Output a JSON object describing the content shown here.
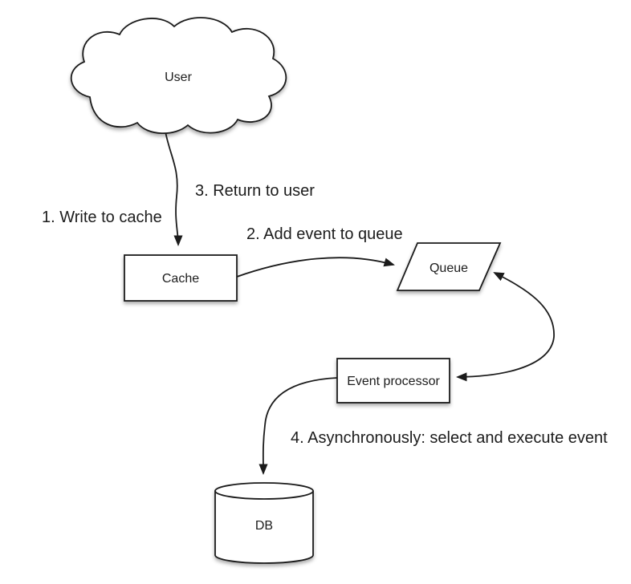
{
  "diagram": {
    "background_color": "#ffffff",
    "stroke_color": "#1b1b1b",
    "text_color": "#1c1c1c",
    "nodes": {
      "user": {
        "shape": "cloud",
        "label": "User"
      },
      "cache": {
        "shape": "rectangle",
        "label": "Cache"
      },
      "queue": {
        "shape": "parallelogram",
        "label": "Queue"
      },
      "event_processor": {
        "shape": "rectangle",
        "label": "Event processor"
      },
      "db": {
        "shape": "cylinder",
        "label": "DB"
      }
    },
    "labels": {
      "step1": "1. Write to cache",
      "step2": "2. Add event to queue",
      "step3": "3. Return to user",
      "step4": "4. Asynchronously: select and execute event"
    },
    "edges": [
      {
        "from": "user",
        "to": "cache",
        "arrowheads": "end",
        "annotations": [
          "1. Write to cache",
          "3. Return to user"
        ]
      },
      {
        "from": "cache",
        "to": "queue",
        "arrowheads": "end",
        "annotations": [
          "2. Add event to queue"
        ]
      },
      {
        "from": "queue",
        "to": "event_processor",
        "arrowheads": "both",
        "annotations": []
      },
      {
        "from": "event_processor",
        "to": "db",
        "arrowheads": "end",
        "annotations": [
          "4. Asynchronously: select and execute event"
        ]
      }
    ]
  }
}
